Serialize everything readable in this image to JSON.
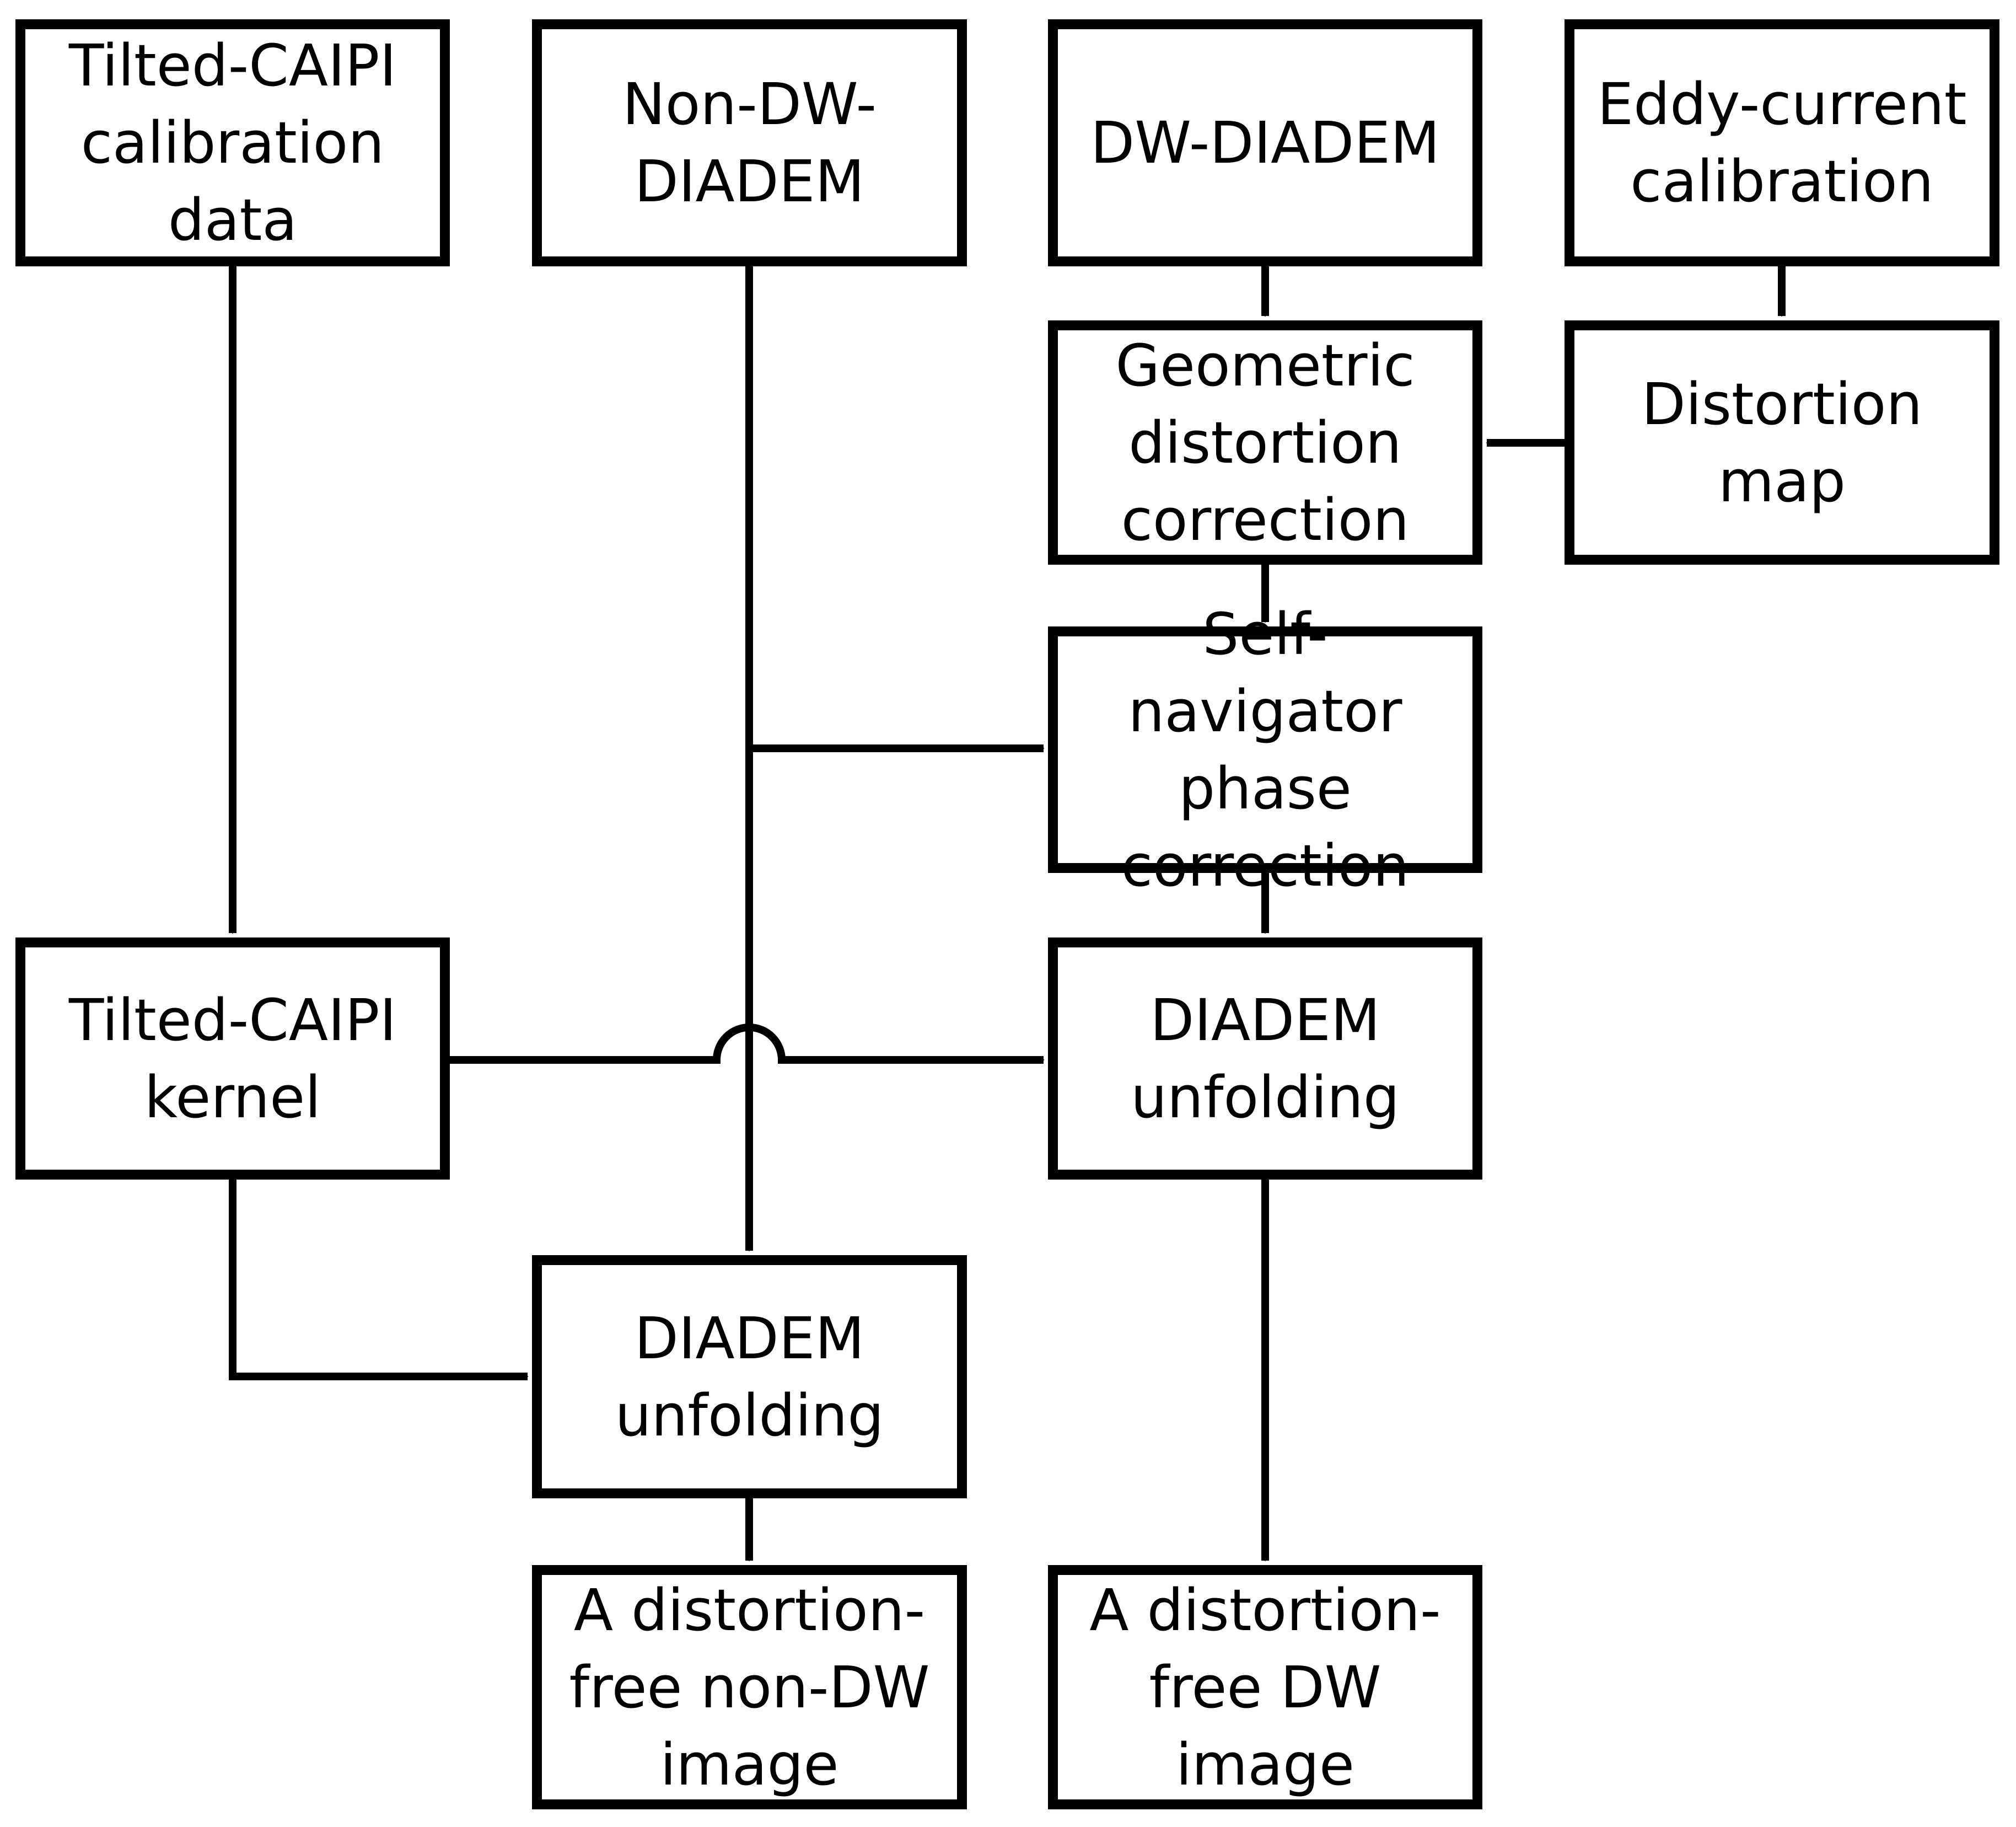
{
  "diagram": {
    "nodes": {
      "tilted_caipi_calibration": {
        "label": "Tilted-CAIPI\ncalibration\ndata"
      },
      "non_dw_diadem": {
        "label": "Non-DW-\nDIADEM"
      },
      "dw_diadem": {
        "label": "DW-DIADEM"
      },
      "eddy_current_calibration": {
        "label": "Eddy-current\ncalibration"
      },
      "geometric_distortion_correction": {
        "label": "Geometric\ndistortion\ncorrection"
      },
      "distortion_map": {
        "label": "Distortion\nmap"
      },
      "self_navigator_phase_correction": {
        "label": "Self-navigator\nphase\ncorrection"
      },
      "tilted_caipi_kernel": {
        "label": "Tilted-CAIPI\nkernel"
      },
      "diadem_unfolding_dw": {
        "label": "DIADEM\nunfolding"
      },
      "diadem_unfolding_non_dw": {
        "label": "DIADEM\nunfolding"
      },
      "output_non_dw": {
        "label": "A distortion-\nfree non-DW\nimage"
      },
      "output_dw": {
        "label": "A distortion-\nfree DW\nimage"
      }
    },
    "edges": [
      {
        "from": "tilted_caipi_calibration",
        "to": "tilted_caipi_kernel"
      },
      {
        "from": "non_dw_diadem",
        "to": "self_navigator_phase_correction"
      },
      {
        "from": "non_dw_diadem",
        "to": "diadem_unfolding_non_dw"
      },
      {
        "from": "dw_diadem",
        "to": "geometric_distortion_correction"
      },
      {
        "from": "eddy_current_calibration",
        "to": "distortion_map"
      },
      {
        "from": "distortion_map",
        "to": "geometric_distortion_correction"
      },
      {
        "from": "geometric_distortion_correction",
        "to": "self_navigator_phase_correction"
      },
      {
        "from": "self_navigator_phase_correction",
        "to": "diadem_unfolding_dw"
      },
      {
        "from": "tilted_caipi_kernel",
        "to": "diadem_unfolding_dw"
      },
      {
        "from": "tilted_caipi_kernel",
        "to": "diadem_unfolding_non_dw"
      },
      {
        "from": "diadem_unfolding_dw",
        "to": "output_dw"
      },
      {
        "from": "diadem_unfolding_non_dw",
        "to": "output_non_dw"
      }
    ]
  }
}
